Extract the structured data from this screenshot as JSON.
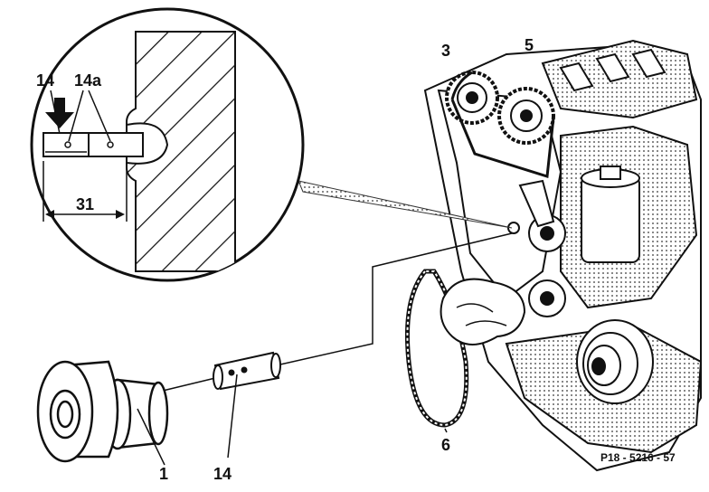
{
  "figure": {
    "labels": {
      "l1": "1",
      "l3": "3",
      "l5": "5",
      "l6": "6",
      "l14": "14",
      "l14_inset": "14",
      "l14a": "14a",
      "l31": "31"
    },
    "code": "P18 - 5216 - 57"
  },
  "colors": {
    "ink": "#111111",
    "paper": "#ffffff",
    "shade": "#555555"
  }
}
